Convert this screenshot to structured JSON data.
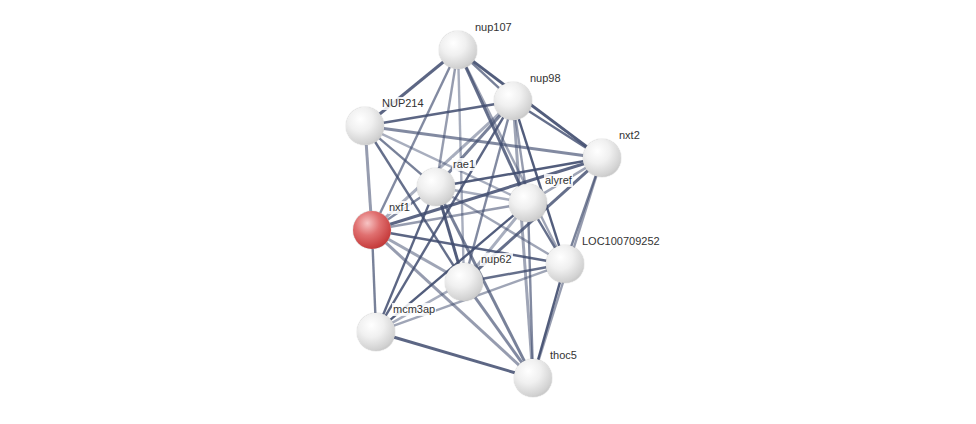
{
  "diagram": {
    "nodes": [
      {
        "text": [
          "nup107"
        ]
      },
      {
        "text": [
          "nup98"
        ]
      },
      {
        "text": [
          "NUP214"
        ]
      },
      {
        "text": [
          "nxt2"
        ]
      },
      {
        "text": [
          "rae1"
        ]
      },
      {
        "text": [
          "alyref"
        ]
      },
      {
        "text": [
          "nxf1"
        ]
      },
      {
        "text": [
          "LOC100709252"
        ]
      },
      {
        "text": [
          "nup62"
        ]
      },
      {
        "text": [
          "mcm3ap"
        ]
      },
      {
        "text": [
          "thoc5"
        ]
      }
    ],
    "edges": [
      {
        "from": 0,
        "to": 2,
        "arrow": "none"
      },
      {
        "from": 0,
        "to": 1,
        "arrow": "none"
      },
      {
        "from": 0,
        "to": 4,
        "arrow": "none"
      },
      {
        "from": 0,
        "to": 5,
        "arrow": "none"
      },
      {
        "from": 0,
        "to": 8,
        "arrow": "none"
      },
      {
        "from": 0,
        "to": 6,
        "arrow": "none"
      },
      {
        "from": 0,
        "to": 3,
        "arrow": "none"
      },
      {
        "from": 0,
        "to": 7,
        "arrow": "none"
      },
      {
        "from": 1,
        "to": 2,
        "arrow": "none"
      },
      {
        "from": 1,
        "to": 4,
        "arrow": "none"
      },
      {
        "from": 1,
        "to": 5,
        "arrow": "none"
      },
      {
        "from": 1,
        "to": 3,
        "arrow": "none"
      },
      {
        "from": 1,
        "to": 6,
        "arrow": "none"
      },
      {
        "from": 1,
        "to": 8,
        "arrow": "none"
      },
      {
        "from": 1,
        "to": 7,
        "arrow": "none"
      },
      {
        "from": 1,
        "to": 10,
        "arrow": "none"
      },
      {
        "from": 1,
        "to": 9,
        "arrow": "none"
      },
      {
        "from": 2,
        "to": 4,
        "arrow": "none"
      },
      {
        "from": 2,
        "to": 6,
        "arrow": "none"
      },
      {
        "from": 2,
        "to": 8,
        "arrow": "none"
      },
      {
        "from": 2,
        "to": 5,
        "arrow": "none"
      },
      {
        "from": 2,
        "to": 3,
        "arrow": "none"
      },
      {
        "from": 3,
        "to": 4,
        "arrow": "none"
      },
      {
        "from": 3,
        "to": 5,
        "arrow": "none"
      },
      {
        "from": 3,
        "to": 6,
        "arrow": "none"
      },
      {
        "from": 3,
        "to": 7,
        "arrow": "none"
      },
      {
        "from": 3,
        "to": 10,
        "arrow": "none"
      },
      {
        "from": 3,
        "to": 8,
        "arrow": "none"
      },
      {
        "from": 4,
        "to": 5,
        "arrow": "none"
      },
      {
        "from": 4,
        "to": 6,
        "arrow": "none"
      },
      {
        "from": 4,
        "to": 8,
        "arrow": "none"
      },
      {
        "from": 4,
        "to": 7,
        "arrow": "none"
      },
      {
        "from": 4,
        "to": 9,
        "arrow": "none"
      },
      {
        "from": 4,
        "to": 10,
        "arrow": "none"
      },
      {
        "from": 5,
        "to": 6,
        "arrow": "none"
      },
      {
        "from": 5,
        "to": 7,
        "arrow": "none"
      },
      {
        "from": 5,
        "to": 8,
        "arrow": "none"
      },
      {
        "from": 5,
        "to": 10,
        "arrow": "none"
      },
      {
        "from": 5,
        "to": 9,
        "arrow": "none"
      },
      {
        "from": 6,
        "to": 8,
        "arrow": "none"
      },
      {
        "from": 6,
        "to": 7,
        "arrow": "none"
      },
      {
        "from": 6,
        "to": 9,
        "arrow": "none"
      },
      {
        "from": 6,
        "to": 10,
        "arrow": "none"
      },
      {
        "from": 8,
        "to": 7,
        "arrow": "none"
      },
      {
        "from": 8,
        "to": 9,
        "arrow": "none"
      },
      {
        "from": 8,
        "to": 10,
        "arrow": "none"
      },
      {
        "from": 7,
        "to": 10,
        "arrow": "none"
      },
      {
        "from": 7,
        "to": 9,
        "arrow": "none"
      },
      {
        "from": 9,
        "to": 10,
        "arrow": "none"
      }
    ]
  }
}
